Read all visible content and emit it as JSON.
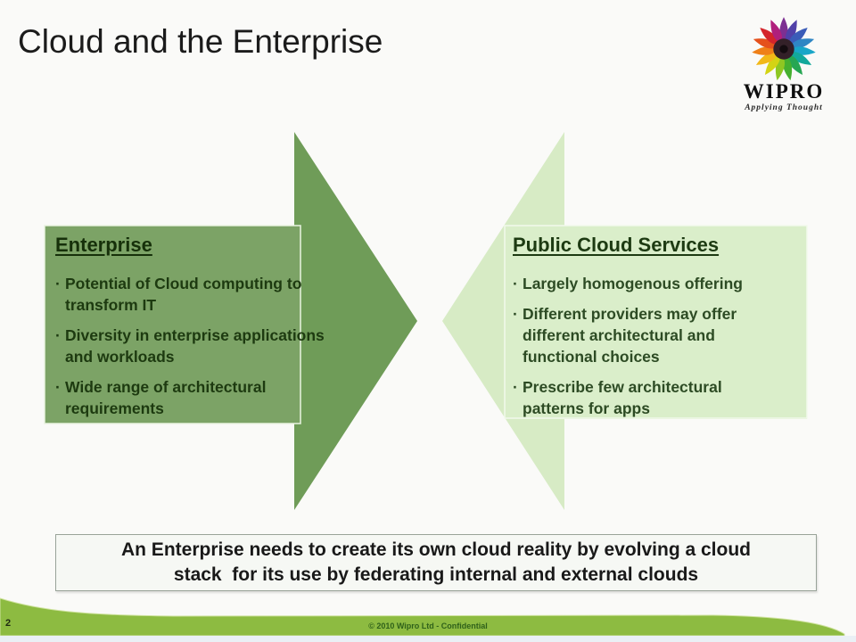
{
  "slide": {
    "title": "Cloud and the Enterprise",
    "page_number": "2",
    "footer": "© 2010 Wipro Ltd - Confidential"
  },
  "logo": {
    "brand": "WIPRO",
    "tagline": "Applying Thought"
  },
  "enterprise": {
    "heading": "Enterprise",
    "bullets": [
      "Potential of Cloud computing to transform IT",
      "Diversity in enterprise applications and workloads",
      "Wide range of architectural requirements"
    ]
  },
  "public_cloud": {
    "heading": "Public Cloud Services",
    "bullets": [
      "Largely homogenous offering",
      "Different providers may offer different architectural and functional choices",
      "Prescribe few architectural patterns for apps"
    ]
  },
  "summary": {
    "line1": "An Enterprise needs to create its own cloud reality by evolving a cloud",
    "line2": "stack  for its use by federating internal and external clouds"
  },
  "colors": {
    "enterprise_arrow": "#6f9c58",
    "enterprise_box": "#7ca366",
    "public_cloud_arrow": "#d7ebc5",
    "public_cloud_box": "#daeeca",
    "footer_swoosh": "#8dbb41",
    "enterprise_text": "#1d3a10",
    "public_cloud_text": "#2d4b24"
  }
}
